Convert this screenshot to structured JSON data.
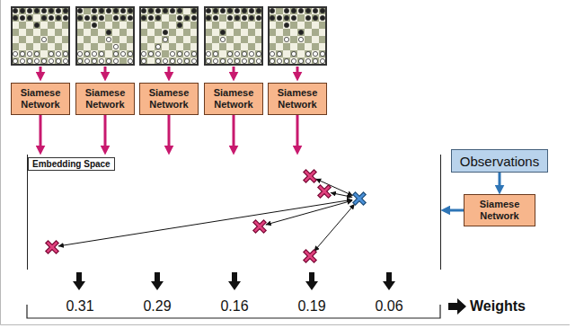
{
  "diagram": {
    "nodes": [
      {
        "text": [
          "Siamese Network"
        ]
      },
      {
        "text": [
          "Siamese Network"
        ]
      },
      {
        "text": [
          "Siamese Network"
        ]
      },
      {
        "text": [
          "Siamese Network"
        ]
      },
      {
        "text": [
          "Siamese Network"
        ]
      },
      {
        "text": [
          "Embedding Space"
        ]
      },
      {
        "text": [
          "Observations"
        ]
      },
      {
        "text": [
          "Siamese Network"
        ]
      }
    ],
    "edges": [
      {
        "from": 0,
        "to": 5,
        "arrow": "to"
      },
      {
        "from": 1,
        "to": 5,
        "arrow": "to"
      },
      {
        "from": 2,
        "to": 5,
        "arrow": "to"
      },
      {
        "from": 3,
        "to": 5,
        "arrow": "to"
      },
      {
        "from": 4,
        "to": 5,
        "arrow": "to"
      },
      {
        "from": 6,
        "to": 7,
        "arrow": "to"
      },
      {
        "from": 7,
        "to": 5,
        "arrow": "to"
      }
    ],
    "labels": [
      "0.31",
      "0.29",
      "0.16",
      "0.19",
      "0.06",
      "Weights"
    ]
  }
}
